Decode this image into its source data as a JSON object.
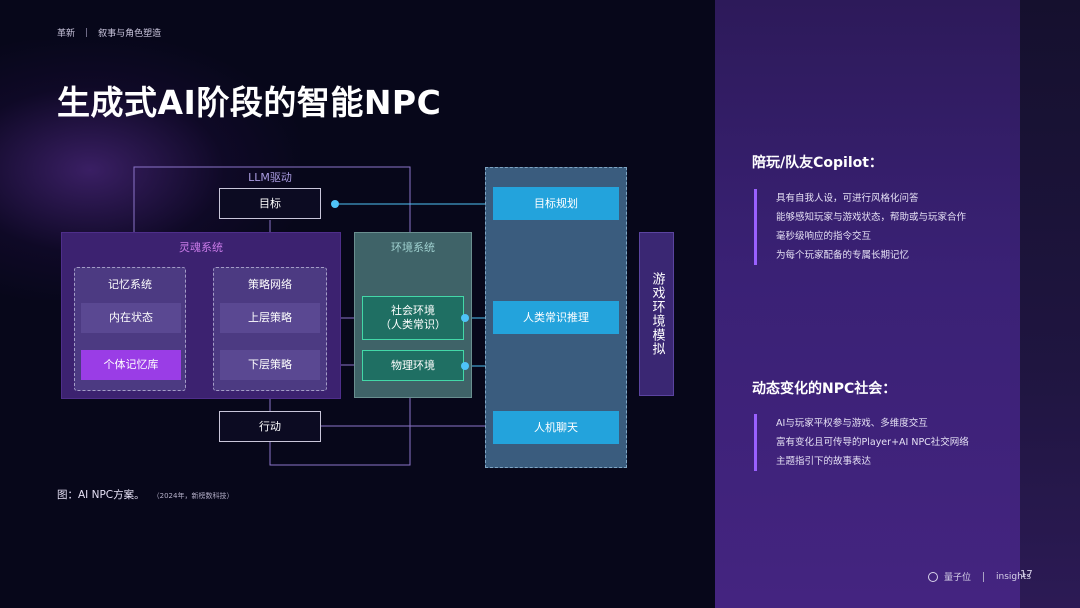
{
  "header": {
    "breadcrumb_section": "革新",
    "breadcrumb_separator": "|",
    "breadcrumb_topic": "叙事与角色塑造",
    "title": "生成式AI阶段的智能NPC"
  },
  "diagram": {
    "llm_label": "LLM驱动",
    "goal": "目标",
    "action": "行动",
    "soul_system": {
      "label": "灵魂系统",
      "memory_system": "记忆系统",
      "inner_state": "内在状态",
      "individual_memory": "个体记忆库",
      "strategy_network": "策略网络",
      "upper_strategy": "上层策略",
      "lower_strategy": "下层策略"
    },
    "environment_system": {
      "label": "环境系统",
      "social_env_line1": "社会环境",
      "social_env_line2": "（人类常识）",
      "physical_env": "物理环境"
    },
    "capabilities": {
      "goal_planning": "目标规划",
      "common_sense": "人类常识推理",
      "chat": "人机聊天"
    },
    "game_env_sim": "游戏环境模拟"
  },
  "caption": {
    "main": "图：AI NPC方案。",
    "source": "（2024年，新榜数科技）"
  },
  "sidebar": {
    "section1": {
      "title": "陪玩/队友Copilot：",
      "items": [
        "具有自我人设，可进行风格化问答",
        "能够感知玩家与游戏状态，帮助或与玩家合作",
        "毫秒级响应的指令交互",
        "为每个玩家配备的专属长期记忆"
      ]
    },
    "section2": {
      "title": "动态变化的NPC社会：",
      "items": [
        "AI与玩家平权参与游戏、多维度交互",
        "富有变化且可传导的Player+AI NPC社交网络",
        "主题指引下的故事表达"
      ]
    }
  },
  "footer": {
    "brand": "量子位",
    "brand_suffix": "insights",
    "page_number": "17"
  },
  "colors": {
    "accent_purple": "#9a60ff",
    "capability_blue": "#23a3dc",
    "env_green": "#43d8a8",
    "connector_dot": "#4fc3f7"
  }
}
